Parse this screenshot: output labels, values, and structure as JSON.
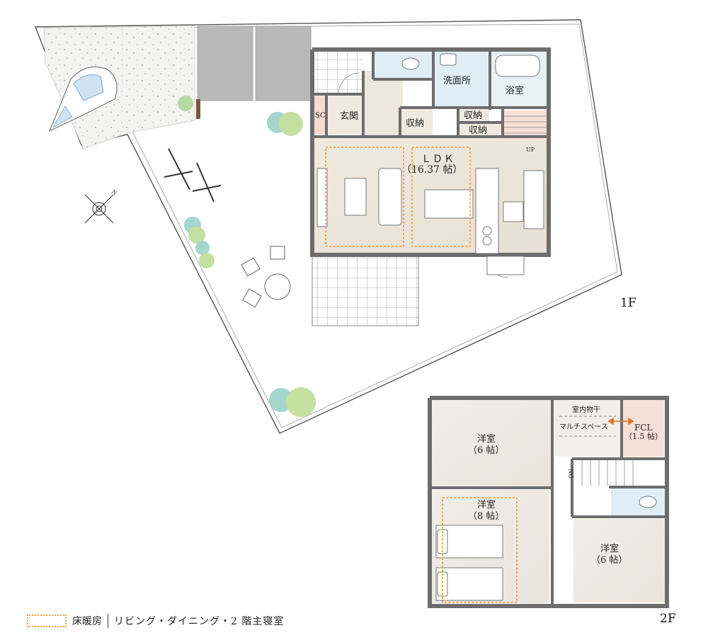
{
  "floors": {
    "first": {
      "label": "1F",
      "rooms": {
        "senmenjo": "洗面所",
        "yokushitsu": "浴室",
        "genkan": "玄関",
        "sc": "SC",
        "shuno1": "収納",
        "shuno2": "収納",
        "shuno3": "収納",
        "ldk_name": "ＬＤＫ",
        "ldk_size": "（16.37 帖）"
      },
      "stair_up": "UP"
    },
    "second": {
      "label": "2F",
      "rooms": {
        "yoshitsu_a_name": "洋室",
        "yoshitsu_a_size": "（6 帖）",
        "yoshitsu_b_name": "洋室",
        "yoshitsu_b_size": "（8 帖）",
        "yoshitsu_c_name": "洋室",
        "yoshitsu_c_size": "（6 帖）",
        "fcl_name": "FCL",
        "fcl_size": "（1.5 帖）",
        "shitsunai_hoshi": "室内物干",
        "multi_space": "マルチスペース"
      },
      "stair_down": "DN"
    }
  },
  "compass": {
    "north": "N"
  },
  "legend": {
    "swatch_label": "床暖房",
    "description": "リビング・ダイニング・2 階主寝室"
  },
  "colors": {
    "floor_heating": "#f29a2e",
    "wall": "#6d6d6d",
    "ldk_floor": "#ede7dd",
    "bedroom_floor": "#efece6",
    "tile": "#ffffff",
    "bath": "#dfeef5",
    "greenery": "#9ccf8a"
  }
}
